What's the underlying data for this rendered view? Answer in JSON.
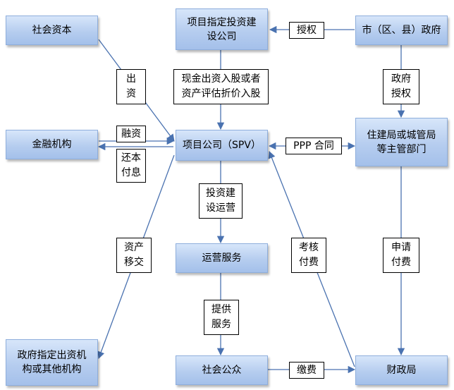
{
  "nodes": {
    "social_capital": "社会资本",
    "designated_company": "项目指定投资建\n设公司",
    "city_government": "市（区、县）政府",
    "financial_institution": "金融机构",
    "project_company": "项目公司（SPV）",
    "housing_bureau": "住建局或城管局\n等主管部门",
    "operation_service": "运营服务",
    "designated_investor": "政府指定出资机\n构或其他机构",
    "public": "社会公众",
    "finance_bureau": "财政局"
  },
  "labels": {
    "authorize": "授权",
    "invest": "出\n资",
    "cash_or_asset": "现金出资入股或者\n资产评估折价入股",
    "gov_authorize": "政府\n授权",
    "financing": "融资",
    "repay": "还本\n付息",
    "ppp_contract": "PPP 合同",
    "invest_build_operate": "投资建\n设运营",
    "asset_transfer": "资产\n移交",
    "assess_pay": "考核\n付费",
    "apply_pay": "申请\n付费",
    "provide_service": "提供\n服务",
    "fee": "缴费"
  },
  "colors": {
    "box_top": "#d7e6fa",
    "box_bottom": "#a4c0ea",
    "box_border": "#8eaedc",
    "line": "#4a72b0"
  }
}
